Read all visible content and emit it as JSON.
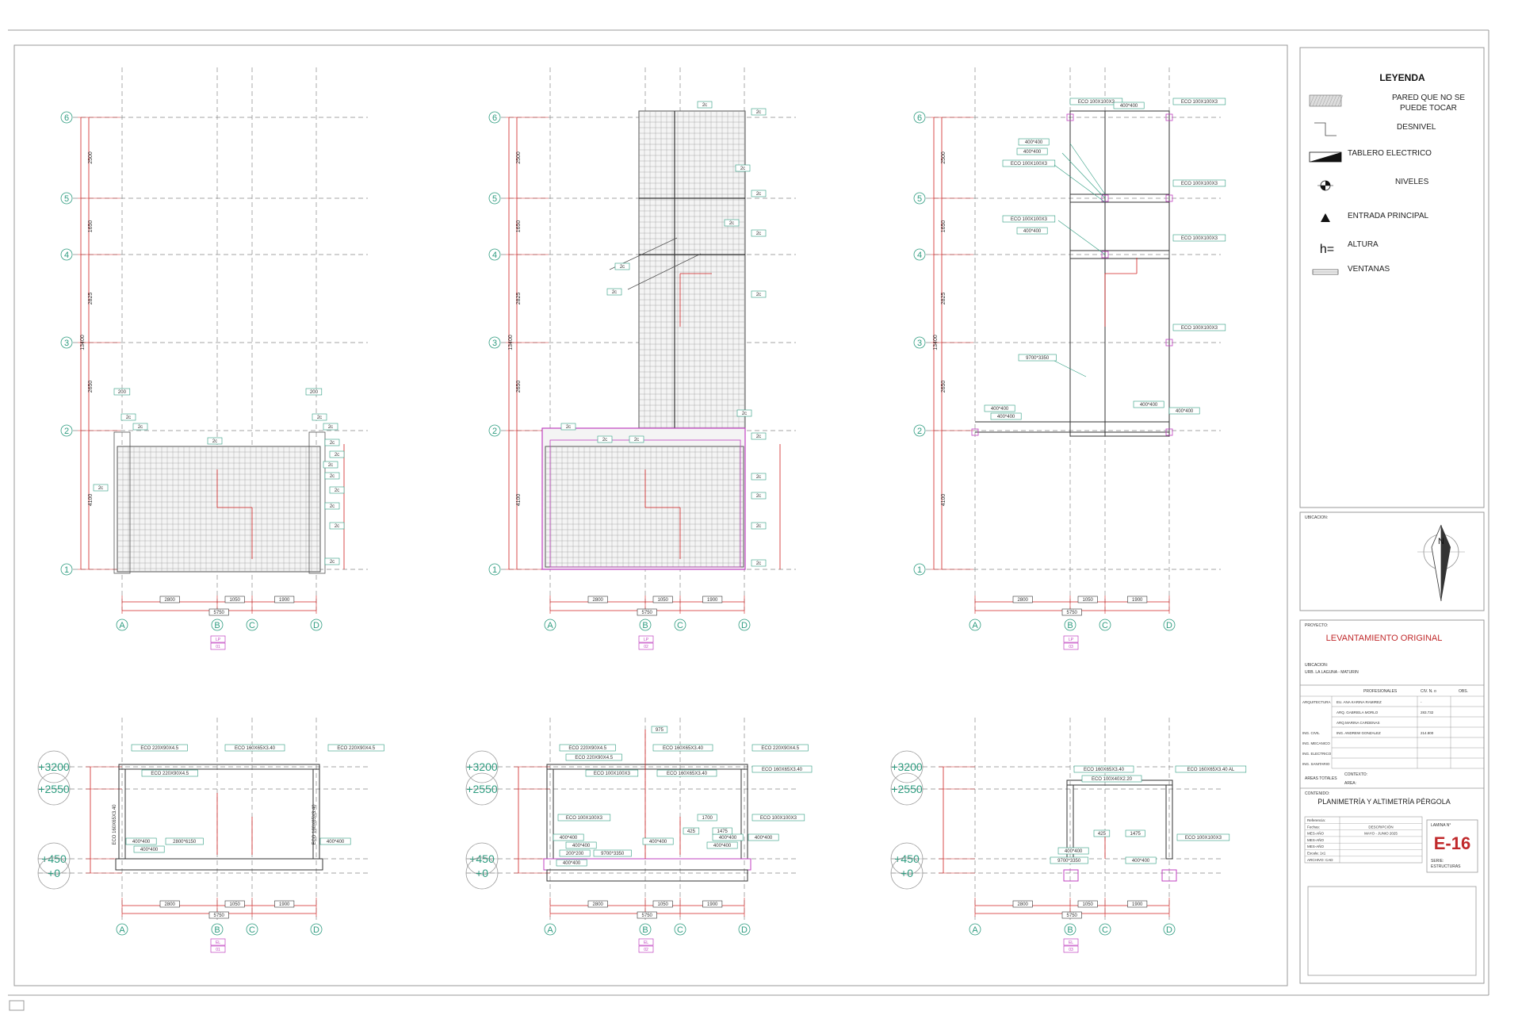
{
  "colors": {
    "axis": "#2e9c80",
    "dim": "#d02020",
    "tag": "#2e9c80",
    "magenta": "#c040c0",
    "grid": "#888888"
  },
  "grid": {
    "cols": [
      "A",
      "B",
      "C",
      "D"
    ],
    "rows": [
      "6",
      "5",
      "4",
      "3",
      "2",
      "1"
    ],
    "row_spacing": [
      "2500",
      "1650",
      "2825",
      "2650",
      "4100"
    ],
    "total_vertical": "13400",
    "col_spacing": [
      "2800",
      "1050",
      "1900"
    ],
    "total_horizontal": "5750"
  },
  "plans": {
    "p1": {
      "tags": [
        "200",
        "200",
        "2c",
        "2c",
        "2c",
        "2c",
        "2c",
        "2c",
        "2c"
      ],
      "section_tag": "LP-01"
    },
    "p2": {
      "tags": [
        "2c",
        "2c",
        "2c",
        "2c",
        "2c",
        "2c",
        "2c",
        "2c",
        "2c"
      ],
      "section_tag": "LP-02"
    },
    "p3": {
      "labels": [
        "ECO 100X100X3",
        "400*400",
        "ECO 100X100X3",
        "400*400",
        "400*400",
        "ECO 100X100X3",
        "ECO 100X100X3",
        "ECO 100X100X3",
        "400*400",
        "ECO 100X100X3",
        "ECO 100X100X3",
        "9700*3350",
        "400*400",
        "400*400",
        "400*400",
        "400*400"
      ],
      "section_tag": "LP-03"
    }
  },
  "elevations": {
    "levels": [
      "+3200",
      "+2550",
      "+450",
      "+0"
    ],
    "e1": {
      "labels": [
        "ECO 220X90X4.5",
        "ECO 160X65X3.40",
        "ECO 220X90X4.5",
        "ECO 220X90X4.5",
        "ECO 160X65X3.40",
        "ECO 160X65X3.40",
        "400*400",
        "400*400",
        "2800*6150",
        "400*400"
      ],
      "section_tag": "EL-01"
    },
    "e2": {
      "labels": [
        "ECO 220X90X4.5",
        "ECO 220X90X4.5",
        "ECO 160X65X3.40",
        "ECO 220X90X4.5",
        "ECO 100X100X3",
        "ECO 160X65X3.40",
        "ECO 160X65X3.40",
        "ECO 100X100X3",
        "ECO 100X100X3",
        "400*400",
        "400*400",
        "200*200",
        "9700*3350",
        "400*400",
        "400*400",
        "400*400",
        "400*400",
        "975",
        "1700",
        "1475",
        "425"
      ],
      "section_tag": "EL-02"
    },
    "e3": {
      "labels": [
        "ECO 160X65X3.40",
        "ECO 100X40X2.20",
        "ECO 160X65X3.40 AL",
        "ECO 100X100X3",
        "400*400",
        "9700*3350",
        "400*400",
        "425",
        "1475"
      ],
      "section_tag": "EL-03"
    }
  },
  "legend": {
    "title": "LEYENDA",
    "items": [
      {
        "icon": "hatched-wall-icon",
        "label_1": "PARED QUE NO SE",
        "label_2": "PUEDE TOCAR"
      },
      {
        "icon": "step-icon",
        "label_1": "DESNIVEL",
        "label_2": ""
      },
      {
        "icon": "electrical-panel-icon",
        "label_1": "TABLERO ELECTRICO",
        "label_2": ""
      },
      {
        "icon": "level-marker-icon",
        "label_1": "NIVELES",
        "label_2": ""
      },
      {
        "icon": "triangle-icon",
        "label_1": "ENTRADA PRINCIPAL",
        "label_2": ""
      },
      {
        "icon": "h-equals-icon",
        "label_1": "ALTURA",
        "label_2": ""
      },
      {
        "icon": "window-icon",
        "label_1": "VENTANAS",
        "label_2": ""
      }
    ],
    "h_symbol": "h="
  },
  "location": {
    "label": "UBICACION:",
    "north": "N"
  },
  "title_block": {
    "project_label": "PROYECTO:",
    "project_name": "LEVANTAMIENTO ORIGINAL",
    "ubicacion_label": "UBICACION:",
    "ubicacion_value": "URB. LA LAGUNA - MATURIN",
    "professionals_header": "PROFESIONALES",
    "civ_header": "CIV. N. o",
    "obs_header": "OBS.",
    "rows": [
      {
        "role": "ARQUITECTURA",
        "name": "EU. ANA KARINA RAMIREZ",
        "civ": "-"
      },
      {
        "role": "",
        "name": "ARQ. GABRIELA MORLO",
        "civ": "283.732"
      },
      {
        "role": "",
        "name": "ARQ.MARINA CARDENAS",
        "civ": ""
      },
      {
        "role": "ING. CIVIL",
        "name": "ING. ANDREW GONZALEZ",
        "civ": "214.800"
      },
      {
        "role": "ING. MECANICO",
        "name": "",
        "civ": ""
      },
      {
        "role": "ING. ELECTRICO",
        "name": "",
        "civ": ""
      },
      {
        "role": "ING. SANITARIO",
        "name": "",
        "civ": ""
      }
    ],
    "areas_label": "AREAS TOTALES",
    "contexto_label": "CONTEXTO:",
    "area_label": "AREA:",
    "contenido_label": "CONTENIDO:",
    "contenido_value": "PLANIMETRÍA Y ALTIMETRÍA PÉRGOLA",
    "ref_rows": [
      {
        "k": "Referencia:",
        "v": ""
      },
      {
        "k": "Fechas:",
        "v": "DESCRIPCIÓN"
      },
      {
        "k": "MES-AÑO",
        "v": "MAYO - JUNIO 2025"
      },
      {
        "k": "MES-AÑO",
        "v": ""
      },
      {
        "k": "MES-AÑO",
        "v": ""
      },
      {
        "k": "Escala: 1x1",
        "v": ""
      },
      {
        "k": "ARCHIVO: CAD",
        "v": ""
      }
    ],
    "lamina_label": "LAMINA N°",
    "sheet_number": "E-16",
    "serie_label": "SERIE:",
    "serie_value": "ESTRUCTURAS"
  }
}
